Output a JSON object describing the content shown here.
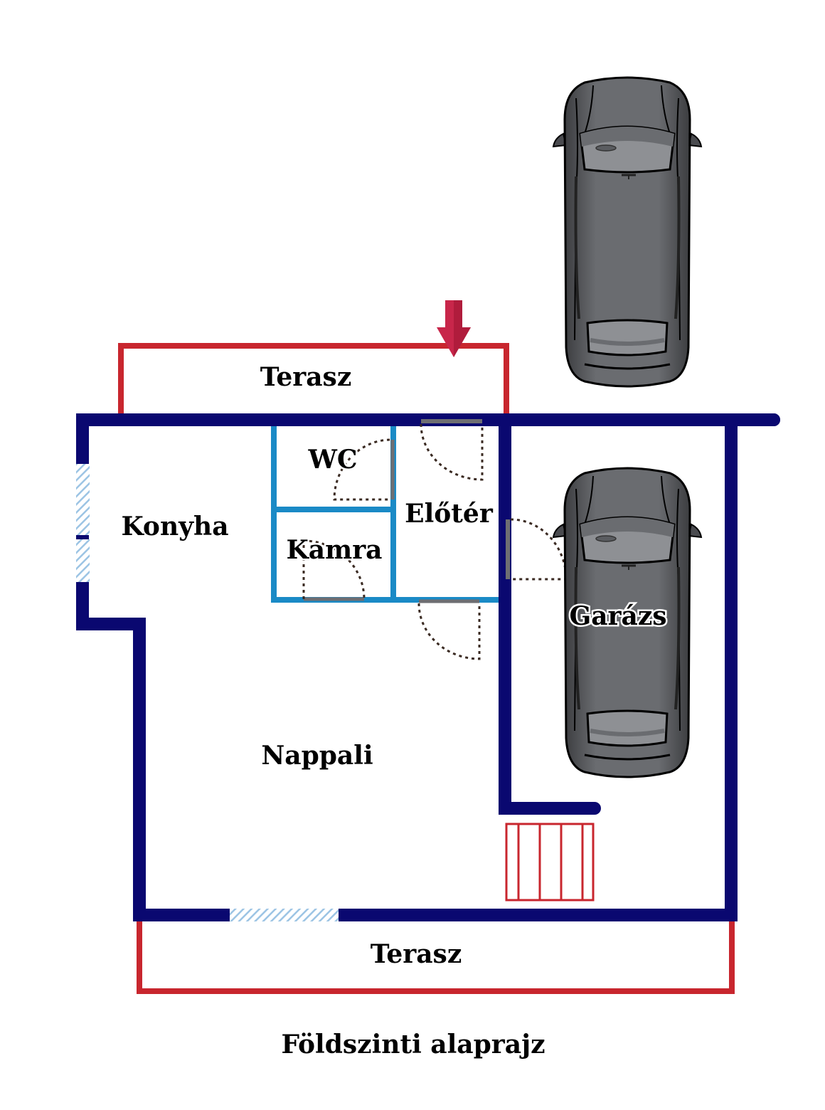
{
  "caption": "Földszinti alaprajz",
  "rooms": {
    "terrace_top": "Terasz",
    "wc": "WC",
    "kitchen": "Konyha",
    "pantry": "Kamra",
    "hall": "Előtér",
    "garage": "Garázs",
    "living_room": "Nappali",
    "terrace_bottom": "Terasz"
  },
  "icons": {
    "entrance": "entrance-arrow-icon",
    "car_parked_outside": "car-icon",
    "car_in_garage": "car-icon",
    "stairs": "stairs-icon"
  },
  "colors": {
    "exterior_wall": "#0a0870",
    "interior_wall": "#1a8ac6",
    "terrace_outline": "#c8262e",
    "entrance_arrow": "#c8264a",
    "window_hatch": "#9cc4e4",
    "door_swing": "#3a2a22",
    "door_leaf": "#6e6e72",
    "car_body": "#5a5c60"
  }
}
